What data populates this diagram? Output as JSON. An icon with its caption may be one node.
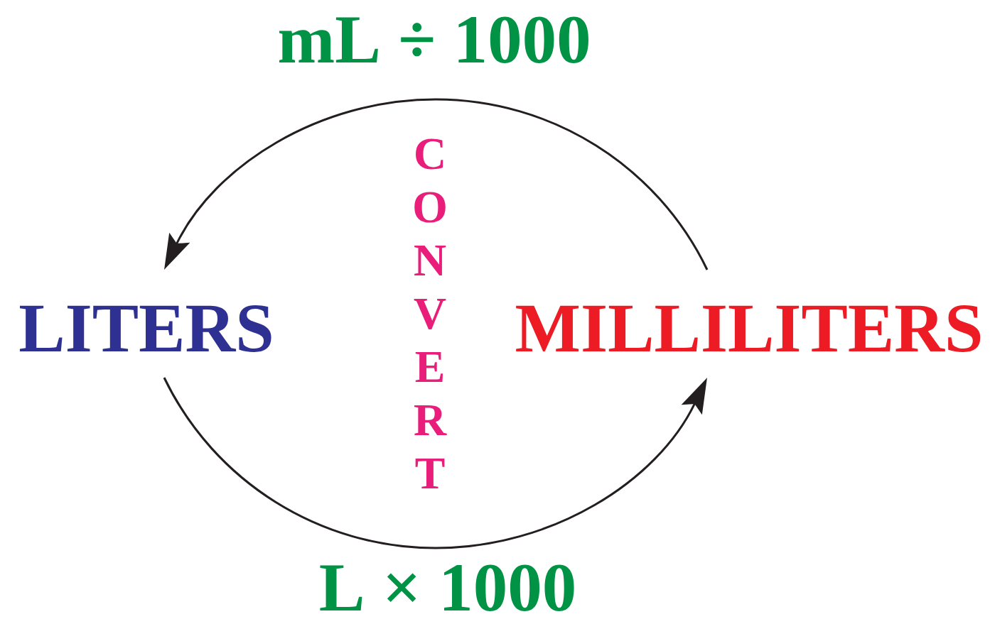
{
  "diagram": {
    "nodes": [
      {
        "text": [
          "LITERS"
        ]
      },
      {
        "text": [
          "MILLILITERS"
        ]
      }
    ],
    "edges": [
      {
        "from": 1,
        "to": 0,
        "arrow": "to",
        "label": "mL ÷ 1000"
      },
      {
        "from": 0,
        "to": 1,
        "arrow": "to",
        "label": "L × 1000"
      }
    ],
    "labels": [
      "CONVERT"
    ]
  }
}
